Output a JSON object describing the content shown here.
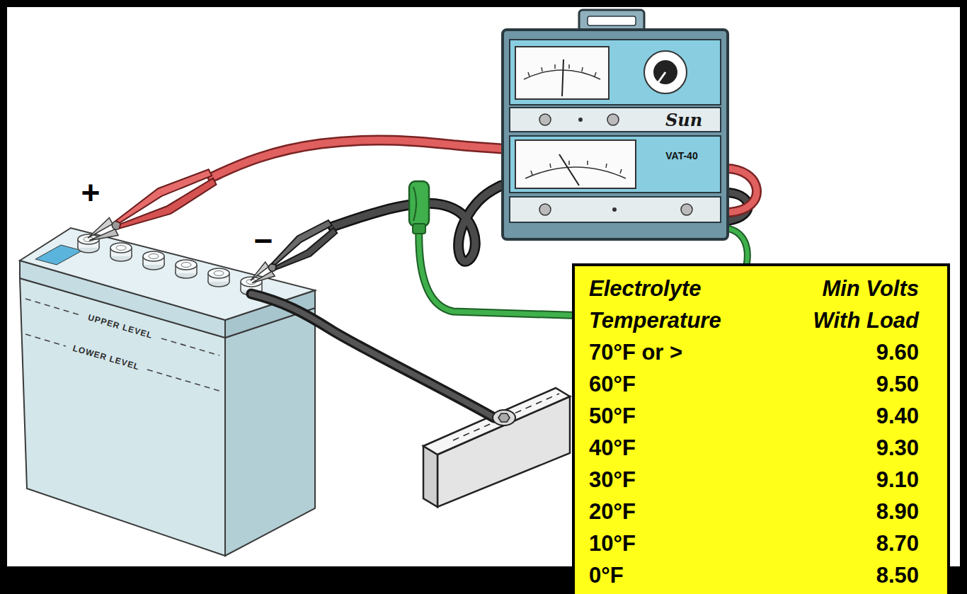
{
  "diagram": {
    "nodes": [
      {
        "text": [
          "UPPER LEVEL",
          "LOWER LEVEL"
        ]
      },
      {
        "text": [
          "Sun",
          "VAT-40"
        ]
      },
      {
        "text": [
          "Electrolyte Temperature",
          "Min Volts With Load",
          "70°F or >",
          "9.60",
          "60°F",
          "9.50",
          "50°F",
          "9.40",
          "40°F",
          "9.30",
          "30°F",
          "9.10",
          "20°F",
          "8.90",
          "10°F",
          "8.70",
          "0°F",
          "8.50"
        ]
      }
    ],
    "edges": [
      {
        "from": 0,
        "to": 1,
        "arrow": "none"
      },
      {
        "from": 0,
        "to": 1,
        "arrow": "none"
      }
    ],
    "labels": [
      "+",
      "−"
    ]
  }
}
